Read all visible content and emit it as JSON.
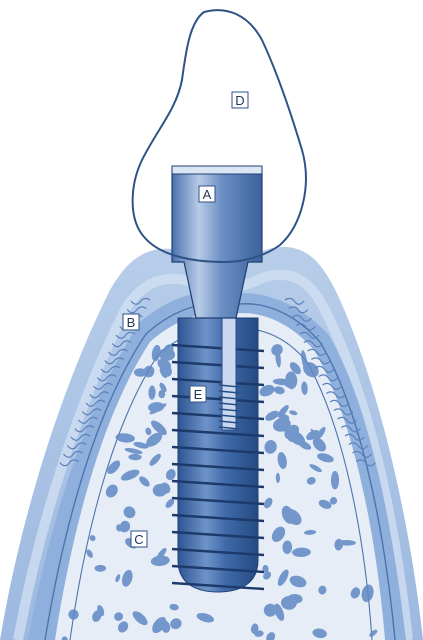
{
  "figure": {
    "colors": {
      "gum": "#a8c1e3",
      "gum_light": "#cfdcef",
      "bone_outer": "#8fb0dc",
      "bone_inner": "#e6edf7",
      "trabecular": "#5f88c4",
      "implant": "#3f6aa8",
      "implant_dark": "#274d85",
      "outline": "#2f5385",
      "crown": "#ffffff"
    },
    "labels": {
      "a": "A",
      "b": "B",
      "c": "C",
      "d": "D",
      "e": "E"
    }
  }
}
